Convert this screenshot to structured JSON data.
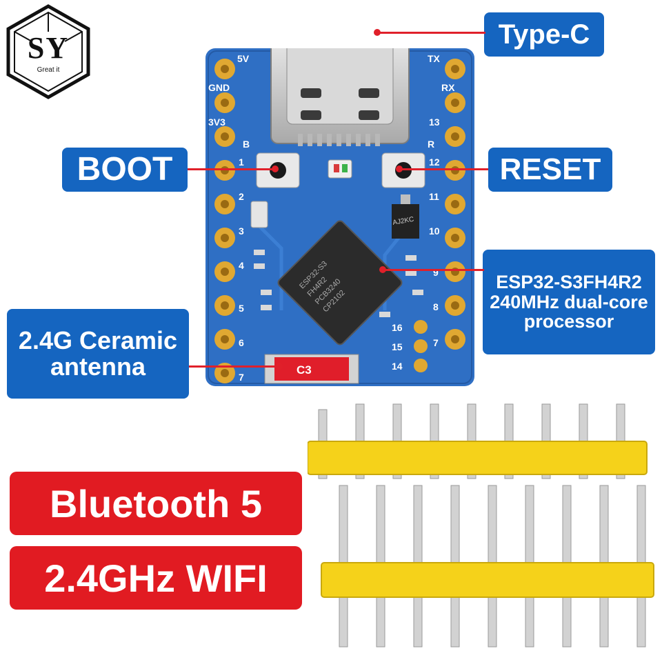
{
  "logo": {
    "text": "SY",
    "subtext": "Great it"
  },
  "callouts": {
    "type_c": "Type-C",
    "boot": "BOOT",
    "reset": "RESET",
    "chip_line1": "ESP32-S3FH4R2",
    "chip_line2": "240MHz dual-core",
    "chip_line3": "processor",
    "antenna_line1": "2.4G Ceramic",
    "antenna_line2": "antenna"
  },
  "features": {
    "bluetooth": "Bluetooth 5",
    "wifi": "2.4GHz WIFI"
  },
  "board": {
    "left_pins": [
      "5V",
      "GND",
      "3V3",
      "1",
      "2",
      "3",
      "4",
      "5",
      "6",
      "7"
    ],
    "right_pins": [
      "TX",
      "RX",
      "13",
      "12",
      "11",
      "10",
      "9",
      "8",
      "7"
    ],
    "inner_pins": [
      "16",
      "15",
      "14"
    ],
    "button_b": "B",
    "button_r": "R",
    "chip_marking": [
      "ESP32-S3",
      "FH4R2",
      "PCB3240",
      "CP2102"
    ],
    "antenna_marking": "C3",
    "regulator_marking": "AJ2KC"
  },
  "colors": {
    "pcb": "#2f6fc4",
    "callout": "#1565c0",
    "accent_red": "#e11b22",
    "header_yellow": "#f5d21a"
  }
}
